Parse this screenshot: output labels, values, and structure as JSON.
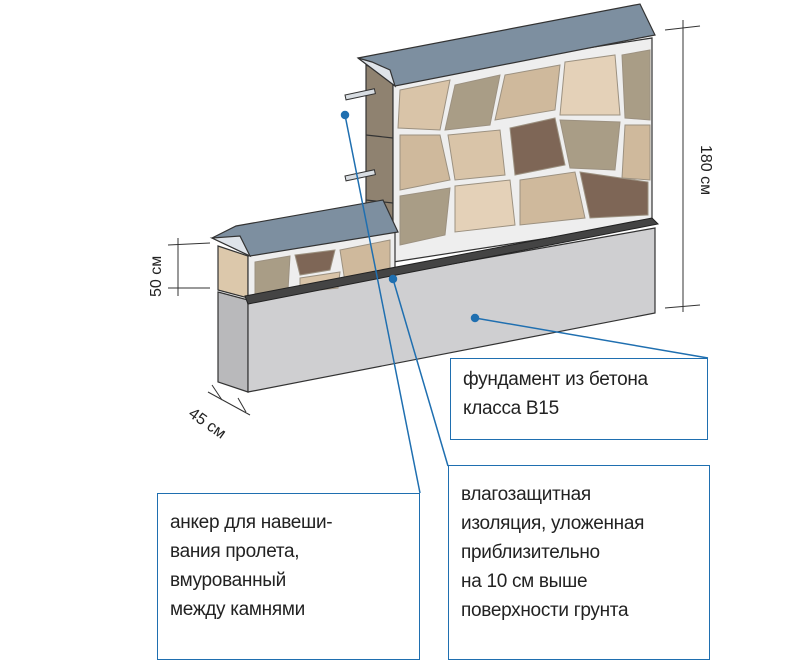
{
  "labels": {
    "foundation": [
      "фундамент из бетона",
      "класса В15"
    ],
    "insulation": [
      "влагозащитная",
      "изоляция, уложенная",
      "приблизительно",
      "на 10 см выше",
      "поверхности грунта"
    ],
    "anchor": [
      "анкер для навеши-",
      "вания пролета,",
      "вмурованный",
      "между камнями"
    ]
  },
  "dimensions": {
    "height_tall": "180 см",
    "height_low": "50 см",
    "width": "45 см"
  },
  "colors": {
    "leader": "#1f6fb0",
    "concrete": "#cfcfd1",
    "cap": "#7d8fa0",
    "mortar": "#eeeeee"
  }
}
